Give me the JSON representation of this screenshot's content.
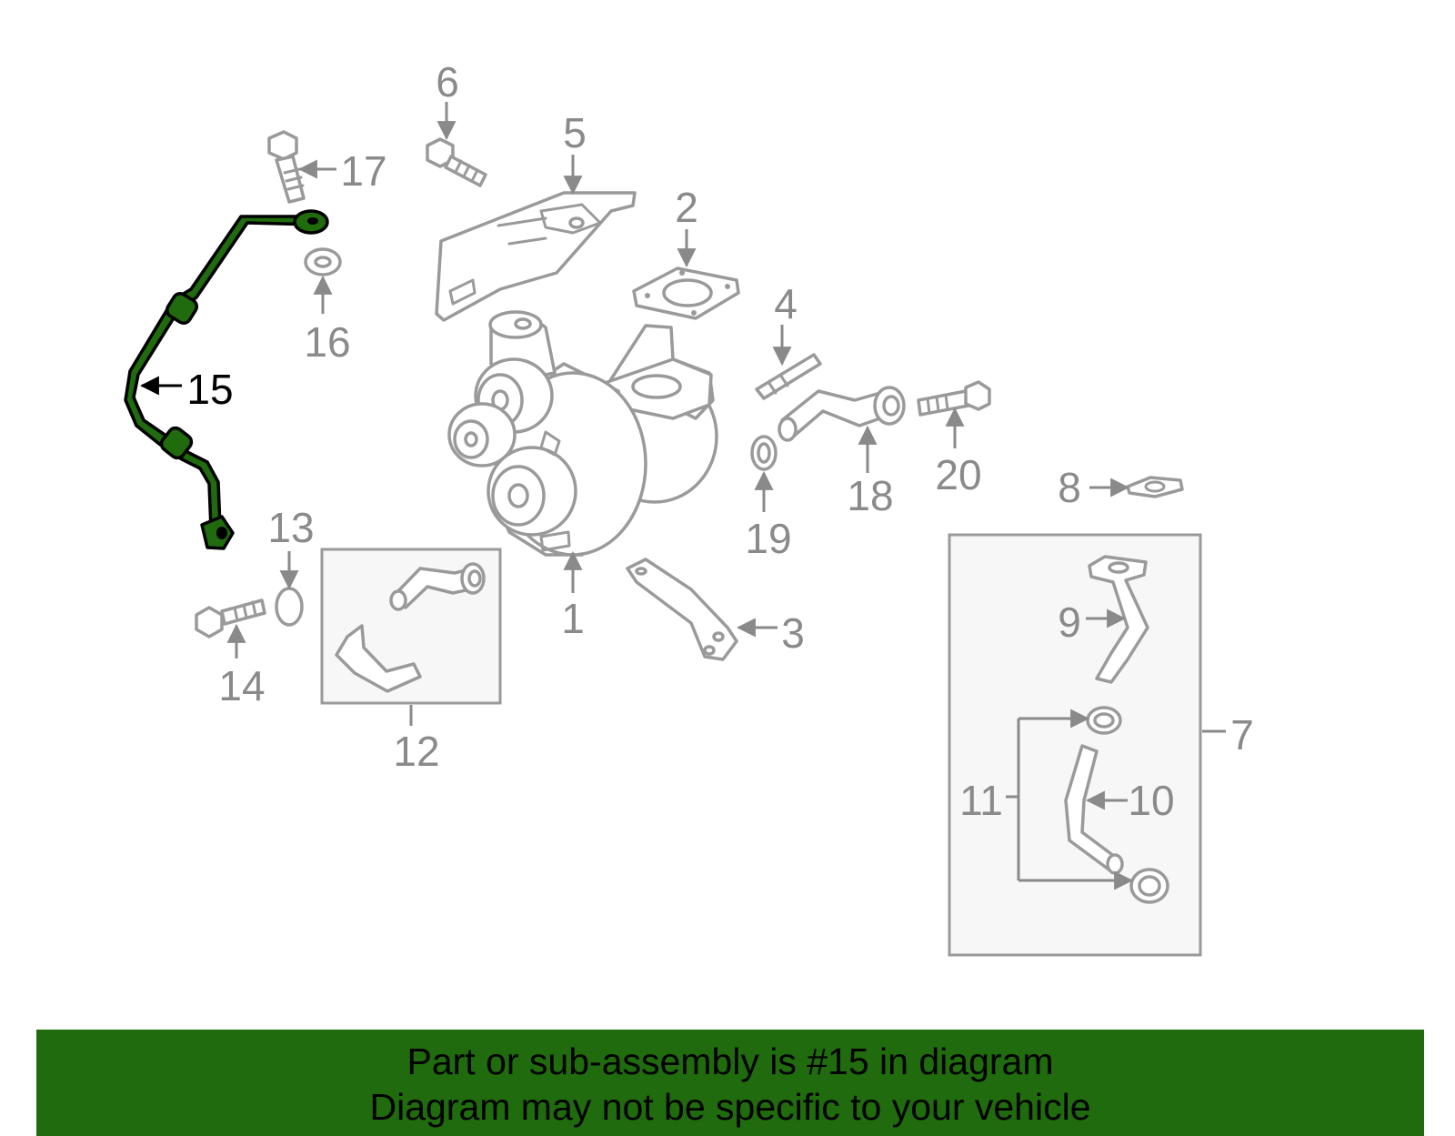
{
  "colors": {
    "banner": "#1f6b0d",
    "highlight_part": "#1f6b0d",
    "part_outline": "#9a9a9a",
    "label": "#8a8a8a",
    "highlight_label": "#000000"
  },
  "callouts": {
    "c1": "1",
    "c2": "2",
    "c3": "3",
    "c4": "4",
    "c5": "5",
    "c6": "6",
    "c7": "7",
    "c8": "8",
    "c9": "9",
    "c10": "10",
    "c11": "11",
    "c12": "12",
    "c13": "13",
    "c14": "14",
    "c15": "15",
    "c16": "16",
    "c17": "17",
    "c18": "18",
    "c19": "19",
    "c20": "20"
  },
  "highlighted_callout": "15",
  "banner": {
    "line1": "Part or sub-assembly is #15 in diagram",
    "line2": "Diagram may not be specific to your vehicle"
  }
}
